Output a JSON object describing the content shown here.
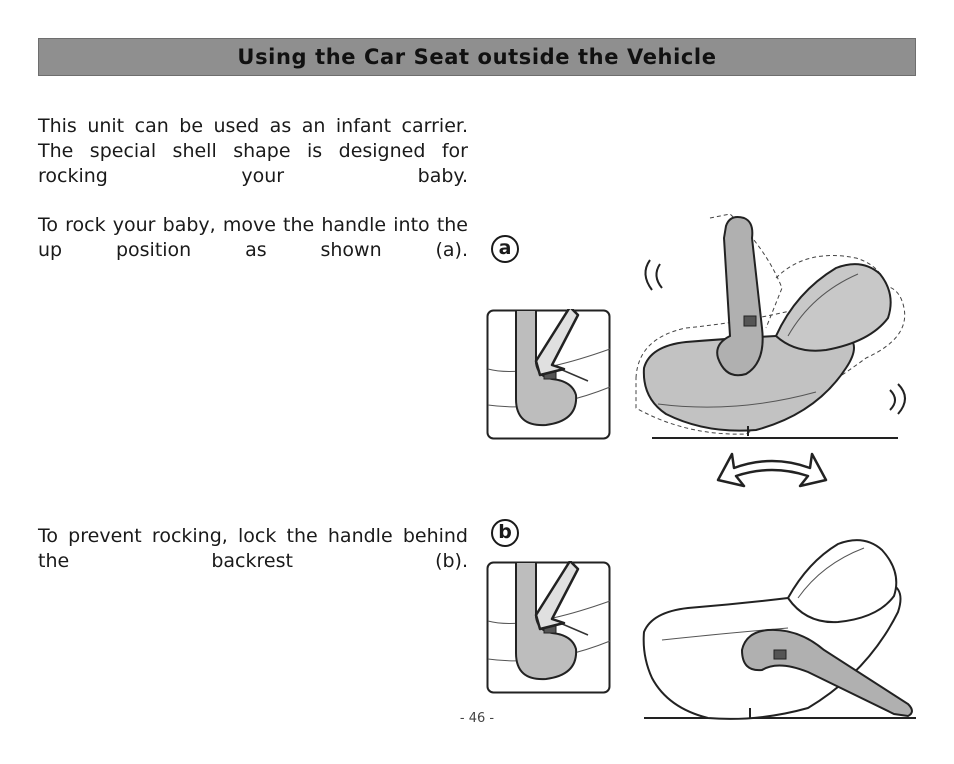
{
  "header": {
    "title": "Using the Car Seat outside the Vehicle"
  },
  "body": {
    "paragraph_1": "This unit can be used as an infant carrier. The special shell shape is designed for rocking your baby.",
    "paragraph_2": "To rock your baby, move the handle into the up position as shown (a).",
    "paragraph_3": "To prevent rocking, lock the handle behind the backrest (b)."
  },
  "figures": {
    "a_label": "a",
    "b_label": "b"
  },
  "footer": {
    "page_number": "- 46 -"
  }
}
